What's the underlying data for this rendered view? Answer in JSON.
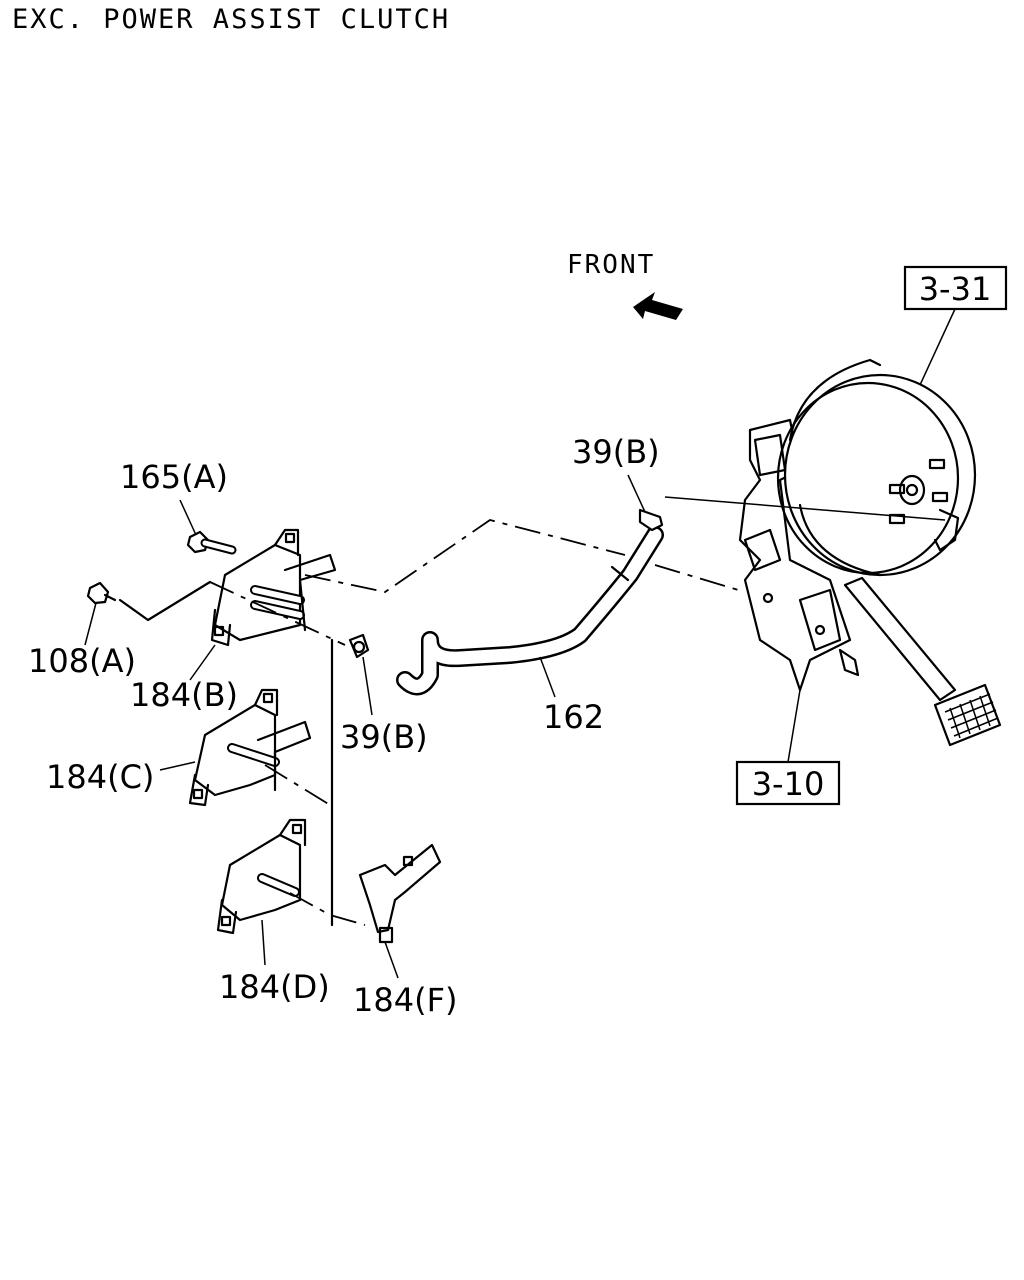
{
  "title": "EXC. POWER ASSIST CLUTCH",
  "direction_label": "FRONT",
  "references": {
    "booster_ref": "3-31",
    "pedal_ref": "3-10"
  },
  "callouts": {
    "c165a": "165(A)",
    "c108a": "108(A)",
    "c184b": "184(B)",
    "c184c": "184(C)",
    "c184d": "184(D)",
    "c184f": "184(F)",
    "c39b_upper": "39(B)",
    "c39b_lower": "39(B)",
    "c162": "162"
  }
}
